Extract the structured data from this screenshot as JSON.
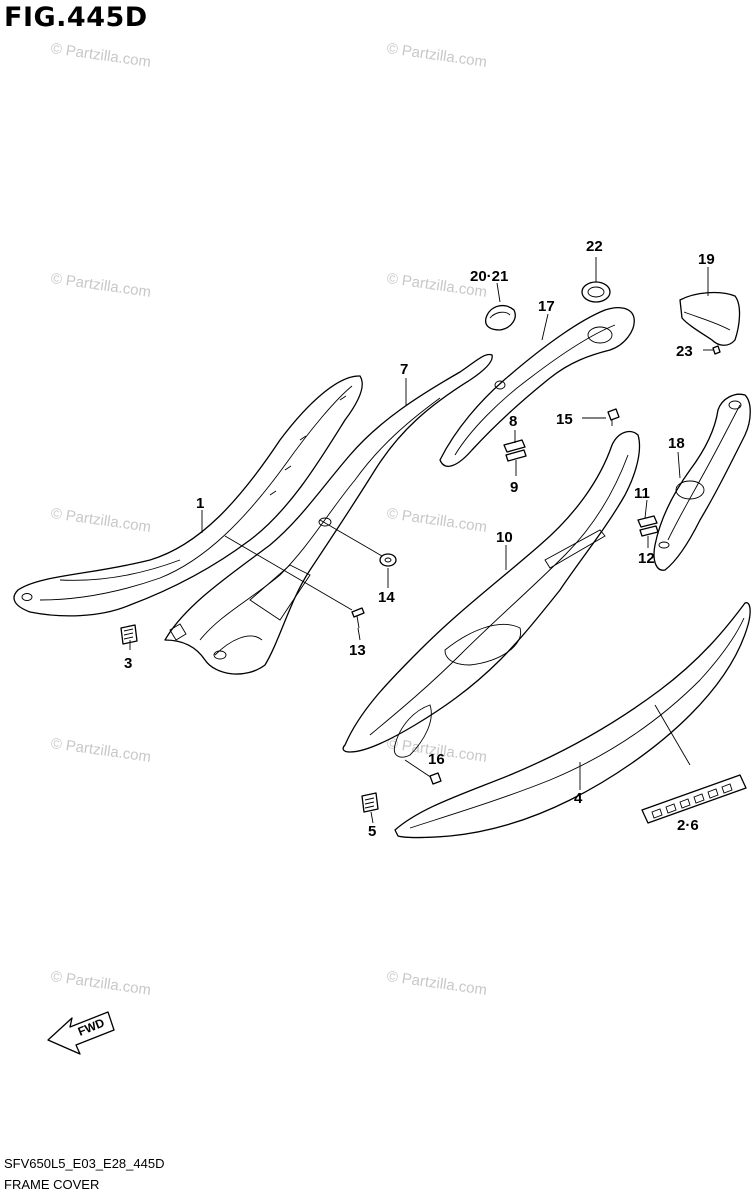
{
  "figure": {
    "title": "FIG.445D",
    "code": "SFV650L5_E03_E28_445D",
    "caption": "FRAME COVER",
    "watermark": "© Partzilla.com",
    "fwd_label": "FWD"
  },
  "callouts": {
    "c1": "1",
    "c26": "2·6",
    "c3": "3",
    "c4": "4",
    "c5": "5",
    "c7": "7",
    "c8": "8",
    "c9": "9",
    "c10": "10",
    "c11": "11",
    "c12": "12",
    "c13": "13",
    "c14": "14",
    "c15": "15",
    "c16": "16",
    "c17": "17",
    "c18": "18",
    "c19": "19",
    "c2021": "20·21",
    "c22": "22",
    "c23": "23"
  }
}
